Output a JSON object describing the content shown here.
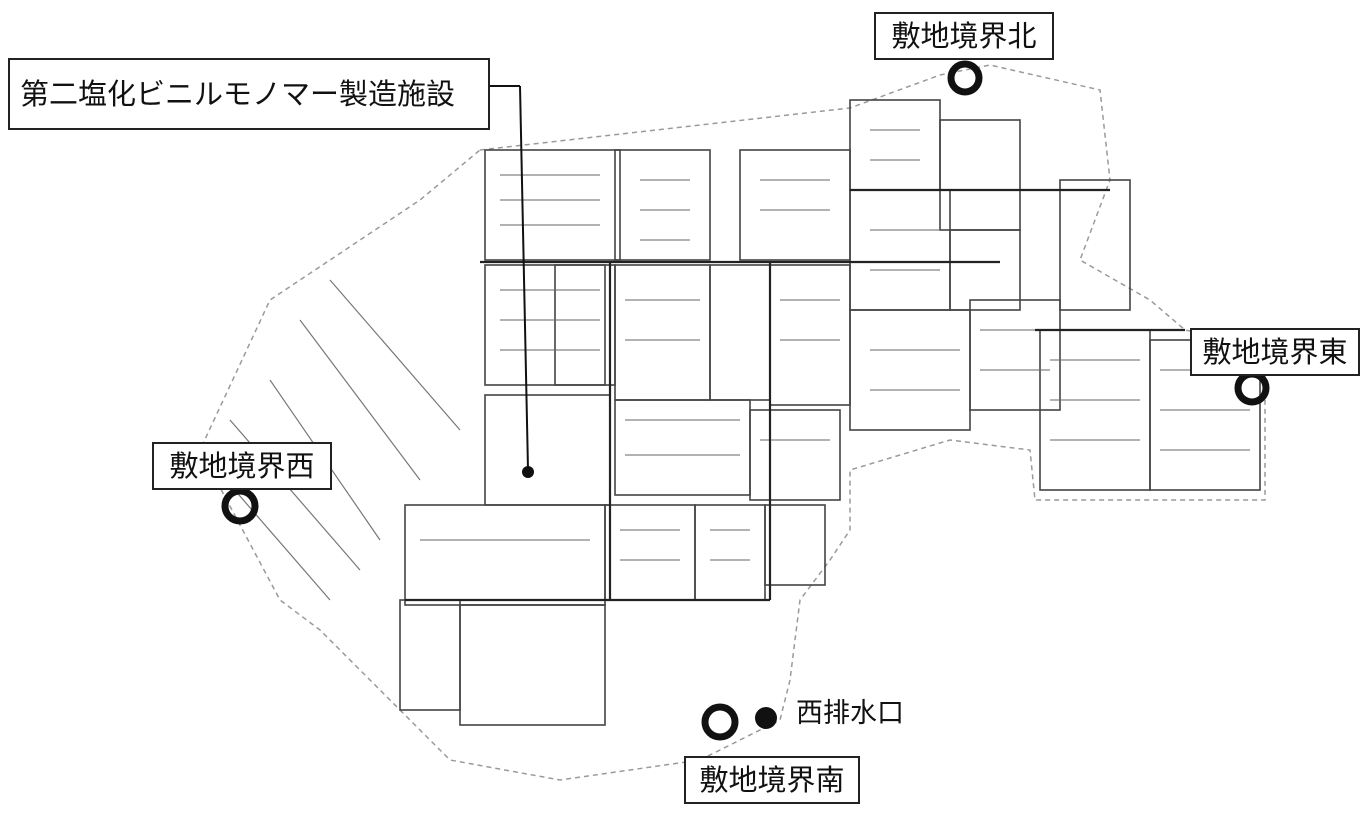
{
  "facility_label": "第二塩化ビニルモノマー製造施設",
  "points": {
    "north": "敷地境界北",
    "east": "敷地境界東",
    "west": "敷地境界西",
    "south": "敷地境界南",
    "west_outfall": "西排水口"
  },
  "legend": {
    "boundary_marker": "ring-marker-icon",
    "point_marker": "filled-dot-icon"
  },
  "colors": {
    "ink": "#111111",
    "plan_lines": "#4a4a4a",
    "background": "#ffffff"
  }
}
